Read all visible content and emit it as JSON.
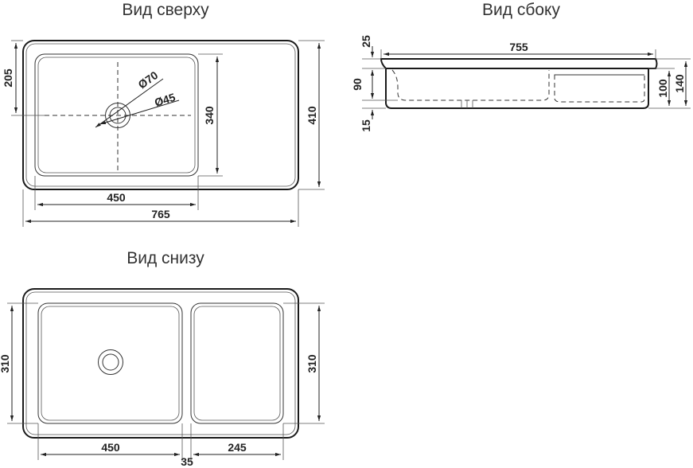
{
  "views": {
    "top": {
      "title": "Вид сверху",
      "dims": {
        "d205": "205",
        "d340": "340",
        "d410": "410",
        "d450": "450",
        "d765": "765",
        "d70": "Ø70",
        "d45": "Ø45"
      }
    },
    "side": {
      "title": "Вид сбоку",
      "dims": {
        "d25": "25",
        "d755": "755",
        "d90": "90",
        "d15": "15",
        "d100": "100",
        "d140": "140"
      }
    },
    "bottom": {
      "title": "Вид снизу",
      "dims": {
        "d310l": "310",
        "d310r": "310",
        "d450": "450",
        "d245": "245",
        "d35": "35"
      }
    }
  }
}
